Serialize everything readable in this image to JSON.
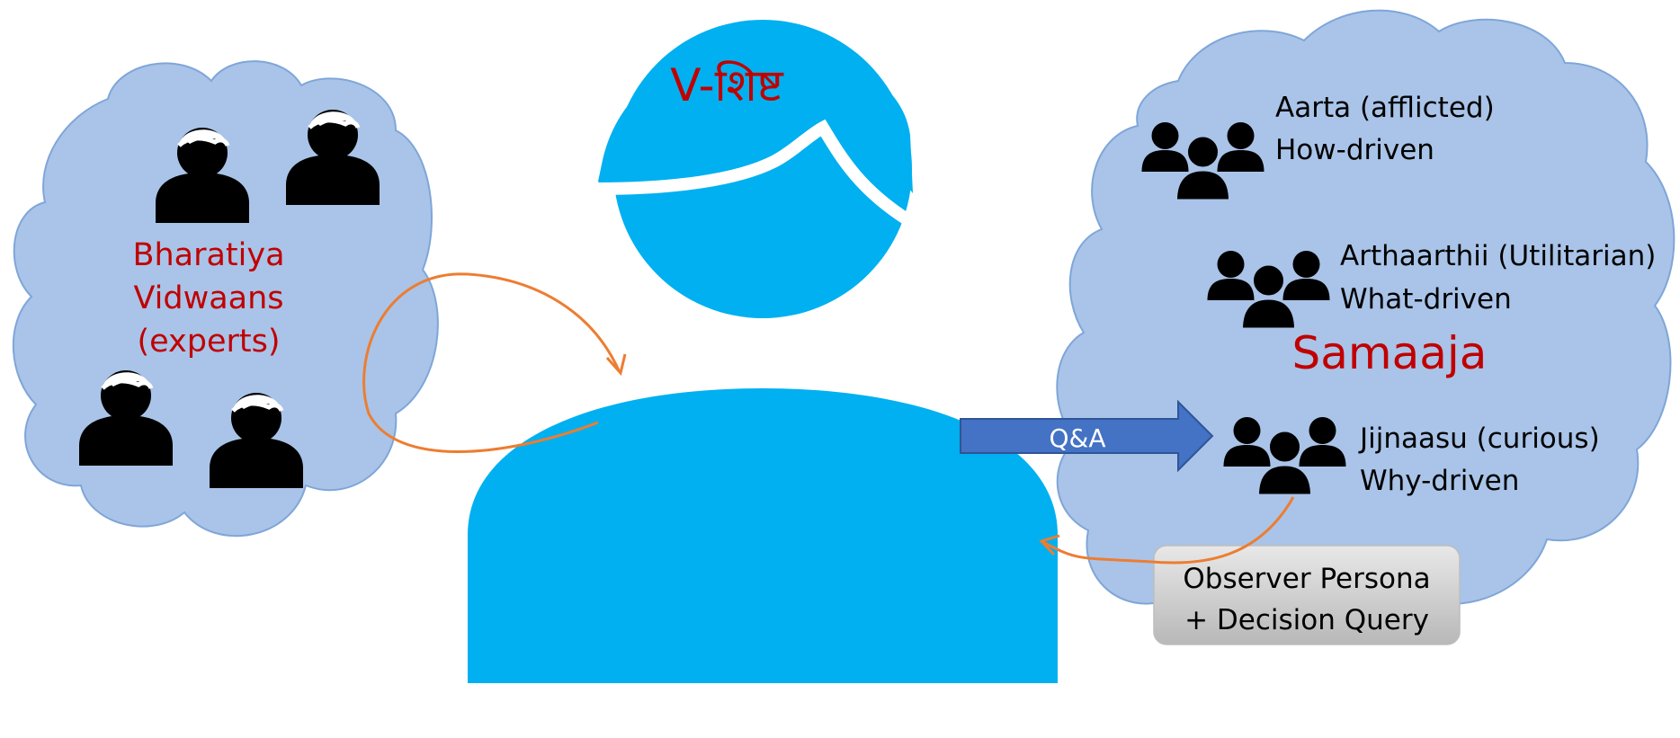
{
  "persona": {
    "title": "V-शिष्ट"
  },
  "experts": {
    "line1": "Bharatiya",
    "line2": "Vidwaans",
    "line3": "(experts)"
  },
  "society": {
    "label": "Samaaja",
    "groups": [
      {
        "name": "Aarta (afflicted)",
        "driver": "How-driven"
      },
      {
        "name": "Arthaarthii (Utilitarian)",
        "driver": "What-driven"
      },
      {
        "name": "Jijnaasu (curious)",
        "driver": "Why-driven"
      }
    ]
  },
  "qa_arrow": {
    "label": "Q&A"
  },
  "observer_box": {
    "line1": "Observer Persona",
    "line2": "+ Decision Query"
  },
  "colors": {
    "cloud_fill": "#A9C4E8",
    "cloud_stroke": "#7FA6D8",
    "persona": "#00B0F0",
    "arrow_blue": "#4472C4",
    "orange": "#ED7D31",
    "red_text": "#C00000",
    "icon": "#000000",
    "box_fill": "#D0D0D0"
  }
}
